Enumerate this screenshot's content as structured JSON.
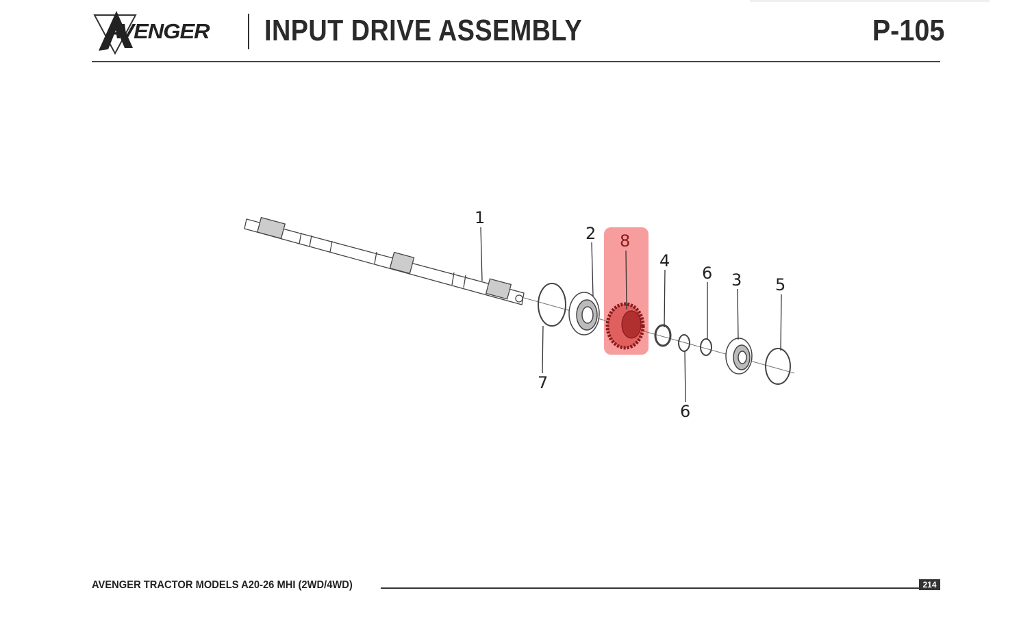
{
  "header": {
    "brand": "AVENGER",
    "title": "INPUT DRIVE ASSEMBLY",
    "page_code": "P-105"
  },
  "diagram": {
    "callouts": [
      "1",
      "2",
      "8",
      "4",
      "6",
      "3",
      "5",
      "7",
      "6"
    ],
    "highlighted_part": "8",
    "highlight_color": "#f47c7c"
  },
  "footer": {
    "text": "AVENGER TRACTOR MODELS A20-26 MHI (2WD/4WD)",
    "page_number": "214"
  }
}
